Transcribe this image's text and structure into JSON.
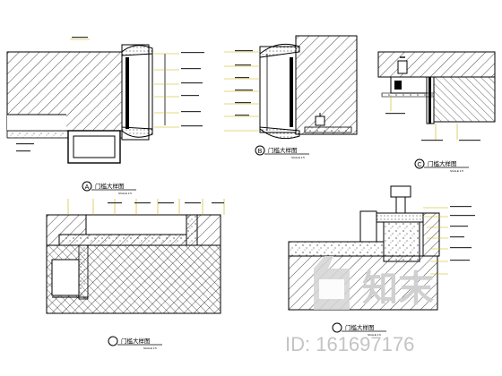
{
  "details": [
    {
      "marker": "A",
      "title": "门槛大样图",
      "scale": "SCALE 1:5"
    },
    {
      "marker": "B",
      "title": "门槛大样图",
      "scale": "SCALE 1:5"
    },
    {
      "marker": "C",
      "title": "门槛大样图",
      "scale": "SCALE 1:5"
    },
    {
      "marker": "",
      "title": "门槛大样图",
      "scale": "SCALE 1:5"
    },
    {
      "marker": "",
      "title": "门槛大样图",
      "scale": "SCALE 1:5"
    }
  ],
  "watermark": {
    "logo_text": "知末",
    "id_text": "ID: 161697176"
  },
  "colors": {
    "line": "#000000",
    "leader_yellow": "#c8b400",
    "hatch": "#000000",
    "watermark": "#c8c8c8"
  }
}
